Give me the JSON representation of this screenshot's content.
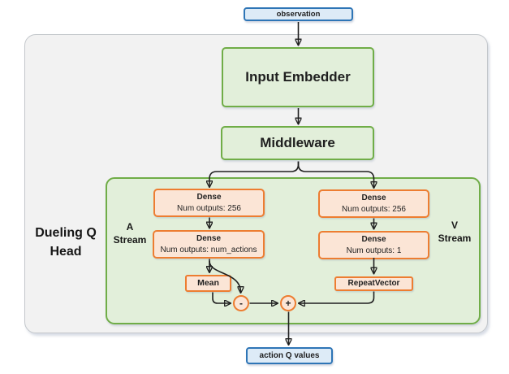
{
  "nodes": {
    "observation": "observation",
    "input_embedder": "Input Embedder",
    "middleware": "Middleware",
    "action_q_values": "action Q values"
  },
  "dueling_head": {
    "title_line1": "Dueling Q",
    "title_line2": "Head",
    "a_stream_line1": "A",
    "a_stream_line2": "Stream",
    "v_stream_line1": "V",
    "v_stream_line2": "Stream",
    "a_dense_1_title": "Dense",
    "a_dense_1_sub": "Num outputs: 256",
    "a_dense_2_title": "Dense",
    "a_dense_2_sub": "Num outputs: num_actions",
    "v_dense_1_title": "Dense",
    "v_dense_1_sub": "Num outputs: 256",
    "v_dense_2_title": "Dense",
    "v_dense_2_sub": "Num outputs: 1",
    "mean": "Mean",
    "repeat_vector": "RepeatVector",
    "minus_operator": "-",
    "plus_operator": "+"
  },
  "colors": {
    "blue_border": "#2e75b6",
    "blue_fill": "#ddebf7",
    "green_border": "#70ad47",
    "green_fill": "#e2efda",
    "orange_border": "#ed7d31",
    "orange_fill": "#fbe5d6",
    "outer_fill": "#f2f2f2",
    "outer_border": "#c3c7cb",
    "arrow": "#1f1f1f"
  }
}
